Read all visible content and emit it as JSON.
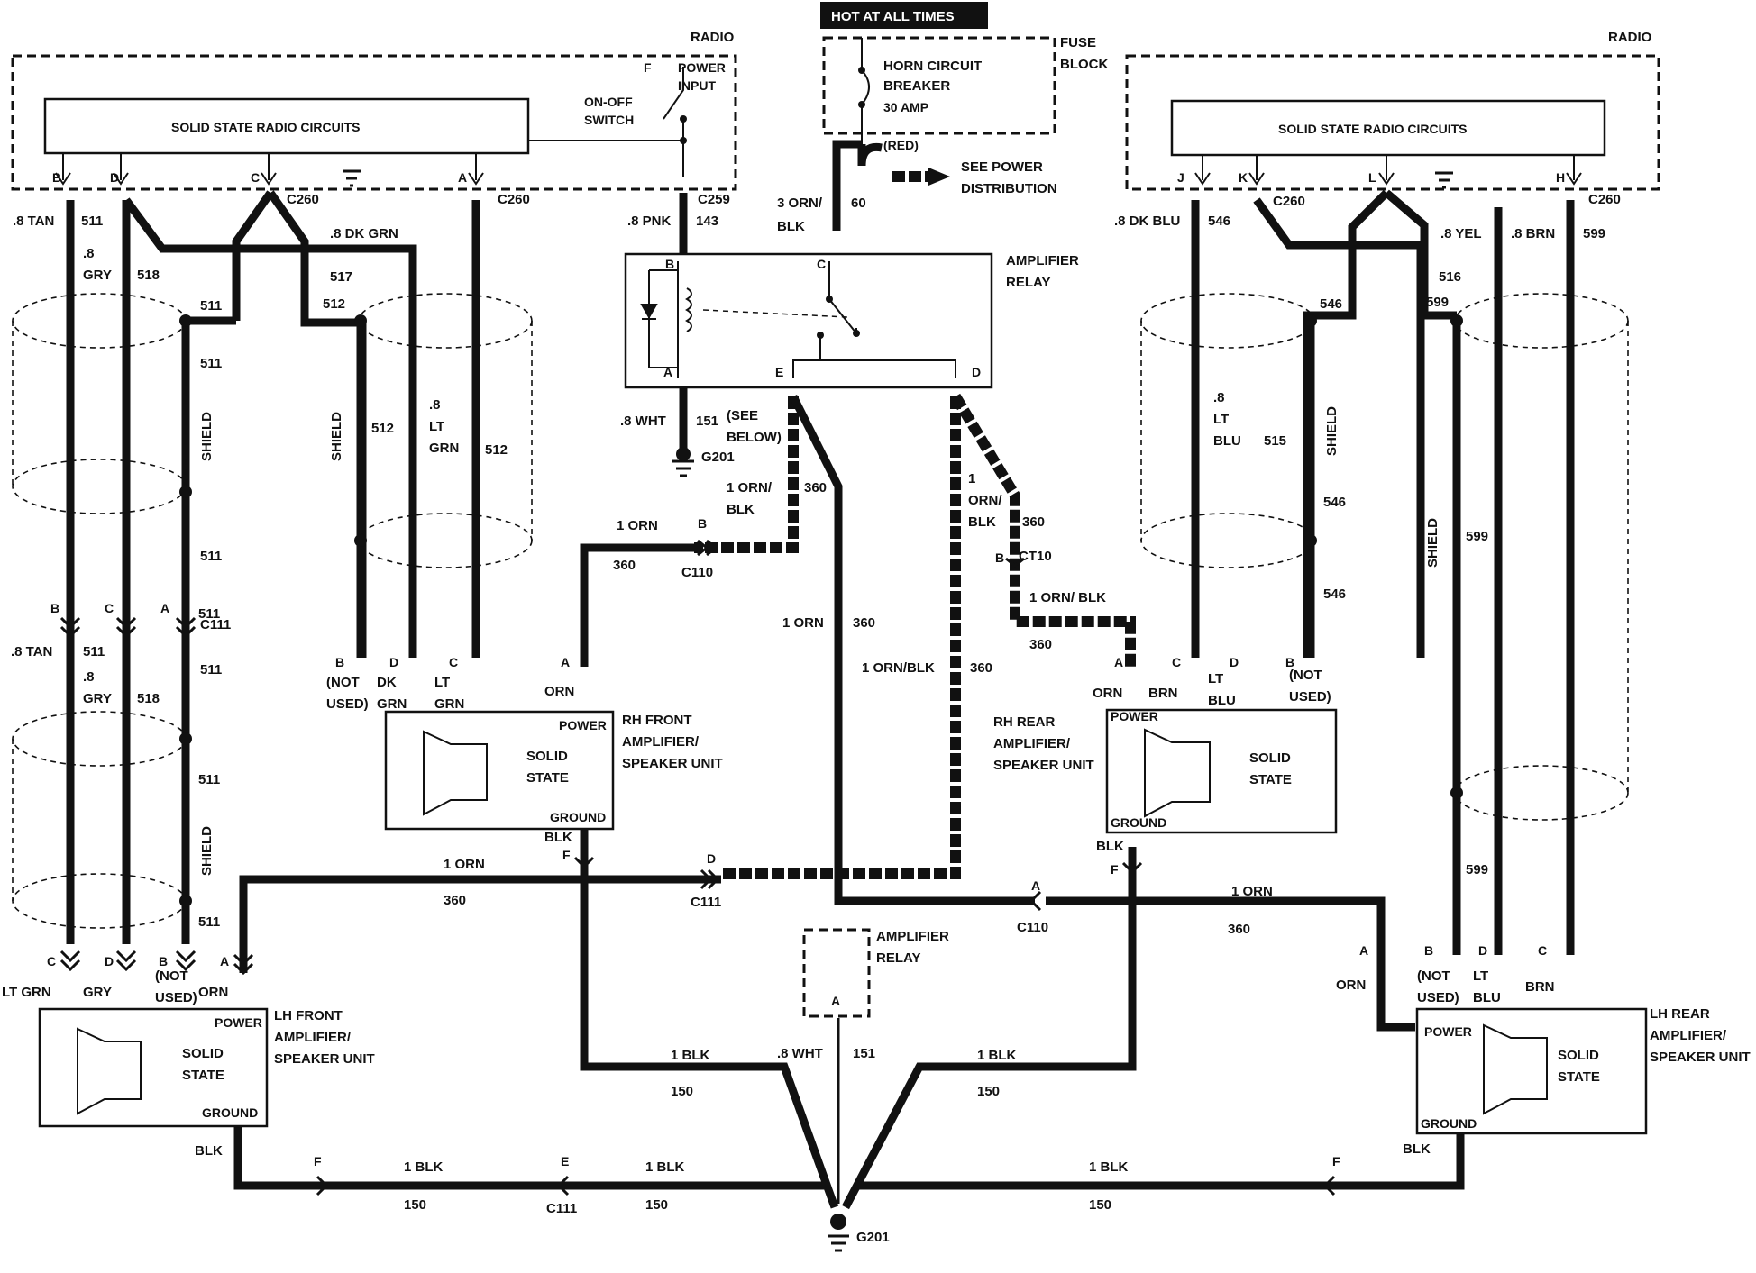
{
  "header": {
    "hot_at_all_times": "HOT AT ALL TIMES"
  },
  "left_radio": {
    "title": "RADIO",
    "circuits": "SOLID STATE RADIO CIRCUITS",
    "power_input": [
      "POWER",
      "INPUT"
    ],
    "power_pin": "F",
    "switch": [
      "ON-OFF",
      "SWITCH"
    ],
    "pins": [
      "B",
      "D",
      "C",
      "A"
    ],
    "connectors": [
      "C260",
      "C260",
      "C259"
    ]
  },
  "right_radio": {
    "title": "RADIO",
    "circuits": "SOLID STATE RADIO CIRCUITS",
    "pins": [
      "J",
      "K",
      "L",
      "H"
    ],
    "connectors": [
      "C260",
      "C260"
    ]
  },
  "fuse_block": {
    "title": [
      "FUSE",
      "BLOCK"
    ],
    "breaker": [
      "HORN CIRCUIT",
      "BREAKER",
      "30 AMP"
    ],
    "red": "(RED)",
    "see_power": [
      "SEE POWER",
      "DISTRIBUTION"
    ]
  },
  "amp_relay": {
    "title": [
      "AMPLIFIER",
      "RELAY"
    ],
    "pins": [
      "B",
      "C",
      "A",
      "E",
      "D"
    ]
  },
  "amp_relay_lower": {
    "title": [
      "AMPLIFIER",
      "RELAY"
    ],
    "pin": "A"
  },
  "wire_labels": {
    "tan8": ".8 TAN",
    "n511": "511",
    "gry8": [
      ".8",
      "GRY"
    ],
    "n518": "518",
    "dkgrn8": ".8 DK GRN",
    "n517": "517",
    "n512": "512",
    "ltgrn8": [
      ".8",
      "LT",
      "GRN"
    ],
    "shield": "SHIELD",
    "pnk8": ".8 PNK",
    "n143": "143",
    "orn3": [
      "3 ORN/",
      "BLK"
    ],
    "n60": "60",
    "wht8": ".8 WHT",
    "n151": "151",
    "see_below": [
      "(SEE",
      "BELOW)"
    ],
    "g201": "G201",
    "orn1blk": [
      "1 ORN/",
      "BLK"
    ],
    "n360": "360",
    "orn1": "1 ORN",
    "ornblk1": "1 ORN/BLK",
    "orn1blk_r": [
      "1",
      "ORN/",
      "BLK"
    ],
    "ornblk1_sp": "1 ORN/ BLK",
    "dkblu8": ".8 DK BLU",
    "n546": "546",
    "yel8": ".8 YEL",
    "brn8": ".8 BRN",
    "n516": "516",
    "n599": "599",
    "ltblu8": [
      ".8",
      "LT",
      "BLU"
    ],
    "n515": "515",
    "blk1": "1 BLK",
    "n150": "150",
    "blk": "BLK",
    "orn": "ORN",
    "not_used": [
      "(NOT",
      "USED)"
    ],
    "dk_grn": [
      "DK",
      "GRN"
    ],
    "lt_grn": [
      "LT",
      "GRN"
    ],
    "lt_blu": [
      "LT",
      "BLU"
    ],
    "brn": "BRN",
    "lt_grn1": "LT GRN",
    "gry": "GRY",
    "wht8b": ".8 WHT",
    "n151b": "151"
  },
  "connector_labels": {
    "c110": "C110",
    "c111": "C111",
    "ct10": "CT10",
    "pinB": "B",
    "pinC": "C",
    "pinA": "A",
    "pinD": "D",
    "pinE": "E",
    "pinF": "F"
  },
  "speakers": {
    "rh_front": {
      "name": [
        "RH FRONT",
        "AMPLIFIER/",
        "SPEAKER UNIT"
      ],
      "state": [
        "SOLID",
        "STATE"
      ],
      "power": "POWER",
      "ground": "GROUND"
    },
    "rh_rear": {
      "name": [
        "RH REAR",
        "AMPLIFIER/",
        "SPEAKER UNIT"
      ],
      "state": [
        "SOLID",
        "STATE"
      ],
      "power": "POWER",
      "ground": "GROUND"
    },
    "lh_front": {
      "name": [
        "LH FRONT",
        "AMPLIFIER/",
        "SPEAKER UNIT"
      ],
      "state": [
        "SOLID",
        "STATE"
      ],
      "power": "POWER",
      "ground": "GROUND"
    },
    "lh_rear": {
      "name": [
        "LH REAR",
        "AMPLIFIER/",
        "SPEAKER UNIT"
      ],
      "state": [
        "SOLID",
        "STATE"
      ],
      "power": "POWER",
      "ground": "GROUND"
    }
  }
}
